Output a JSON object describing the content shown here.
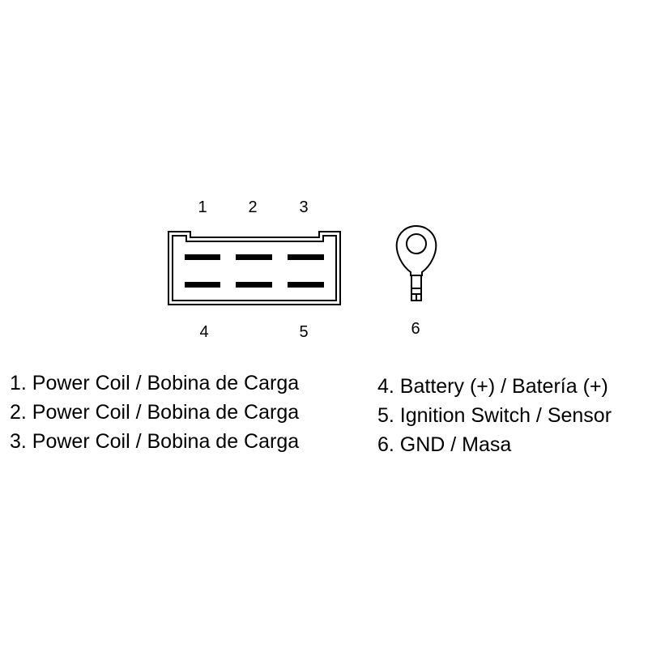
{
  "pin_numbers": {
    "p1": "1",
    "p2": "2",
    "p3": "3",
    "p4": "4",
    "p5": "5",
    "p6": "6"
  },
  "legend": {
    "left": [
      "1. Power Coil / Bobina de Carga",
      "2. Power Coil / Bobina de Carga",
      "3. Power Coil / Bobina de Carga"
    ],
    "right": [
      "4. Battery (+) / Batería (+)",
      "5. Ignition Switch / Sensor",
      "6. GND / Masa"
    ]
  },
  "colors": {
    "line": "#000000",
    "background": "#ffffff"
  }
}
